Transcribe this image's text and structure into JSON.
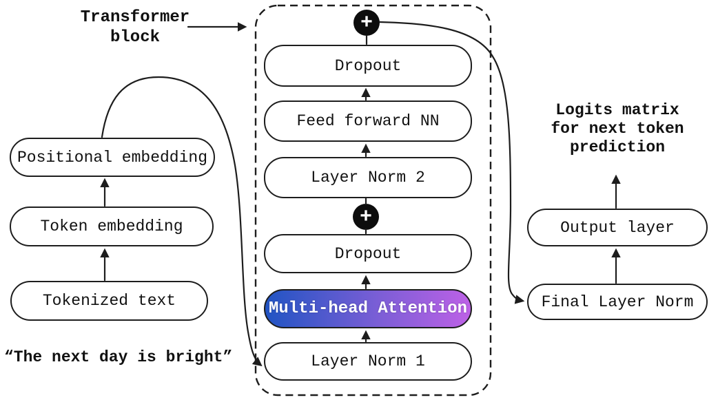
{
  "annotations": {
    "transformer_block_title": "Transformer block",
    "input_quote": "“The next day is bright”",
    "logits_caption": "Logits matrix for next token prediction"
  },
  "embedding_stack": {
    "positional": "Positional embedding",
    "token": "Token embedding",
    "tokenized": "Tokenized text"
  },
  "transformer_block": {
    "residual_add_symbol": "+",
    "dropout_top": "Dropout",
    "feed_forward": "Feed forward NN",
    "layer_norm_2": "Layer Norm 2",
    "dropout_bottom": "Dropout",
    "multi_head_attention": "Multi-head Attention",
    "layer_norm_1": "Layer Norm 1"
  },
  "output_stack": {
    "output_layer": "Output layer",
    "final_layer_norm": "Final Layer Norm"
  },
  "colors": {
    "stroke": "#1d1d1d",
    "box_fill": "#ffffff",
    "add_circle_bg": "#0d0d0d",
    "mha_gradient_start": "#2154c3",
    "mha_gradient_mid": "#7b5ed6",
    "mha_gradient_end": "#bd61e6",
    "mha_text": "#ffffff"
  },
  "styles": {
    "mha_background": "background:linear-gradient(90deg,#2154c3 0%,#7b5ed6 55%,#bd61e6 100%)"
  }
}
